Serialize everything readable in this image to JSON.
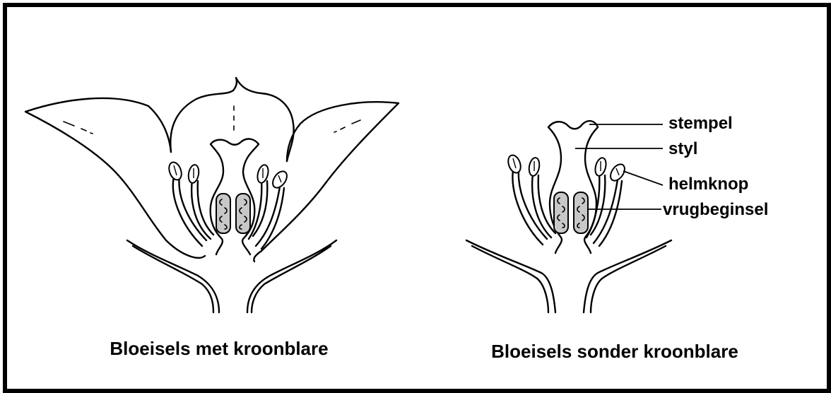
{
  "captions": {
    "left": "Bloeisels met kroonblare",
    "right": "Bloeisels sonder kroonblare"
  },
  "labels": {
    "stigma": "stempel",
    "style": "styl",
    "anther": "helmknop",
    "ovary": "vrugbeginsel"
  },
  "colors": {
    "border": "#000000",
    "ovary_fill": "#c8c8c8",
    "background": "#ffffff"
  }
}
